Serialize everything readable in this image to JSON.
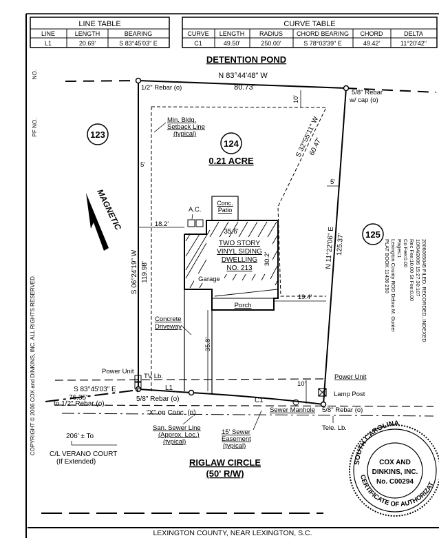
{
  "line_table": {
    "title": "LINE TABLE",
    "headers": [
      "LINE",
      "LENGTH",
      "BEARING"
    ],
    "row": [
      "L1",
      "20.69'",
      "S 83°45'03\" E"
    ]
  },
  "curve_table": {
    "title": "CURVE TABLE",
    "headers": [
      "CURVE",
      "LENGTH",
      "RADIUS",
      "CHORD BEARING",
      "CHORD",
      "DELTA"
    ],
    "row": [
      "C1",
      "49.50'",
      "250.00'",
      "S 78°03'39\" E",
      "49.42'",
      "11°20'42\""
    ]
  },
  "margin": {
    "no": "NO.",
    "pf_no": "PF NO.",
    "copyright": "COPYRIGHT © 2006 COX and DINKINS, INC. ALL RIGHTS RESERVED."
  },
  "plat": {
    "detention_pond": "DETENTION POND",
    "north_bearing": "N 83°44'48\" W",
    "north_length": "80.73'",
    "lot_123": "123",
    "lot_124": "124",
    "lot_125": "125",
    "acreage": "0.21 ACRE",
    "rebar_nw": "1/2\" Rebar (o)",
    "rebar_ne": "5/8\" Rebar",
    "rebar_ne_cap": "w/ cap (o)",
    "setback_1": "Min. Bldg.",
    "setback_2": "Setback Line",
    "setback_3": "(typical)",
    "dim_10_top": "10'",
    "dim_5_left": "5'",
    "dim_5_right": "5'",
    "ne_bearing": "S 32°55'11\" W",
    "ne_length": "60.47'",
    "east_bearing": "N 11°22'06\" E",
    "east_length": "125.37'",
    "west_bearing": "S 06°24'19\" W",
    "west_length": "119.98'",
    "magnetic": "MAGNETIC",
    "patio_1": "Conc.",
    "patio_2": "Patio",
    "ac": "A.C.",
    "dim_18_2": "18.2'",
    "dim_35_6": "35.6'",
    "dwelling_1": "TWO STORY",
    "dwelling_2": "VINYL SIDING",
    "dwelling_3": "DWELLING",
    "dwelling_4": "NO. 213",
    "dim_30_2": "30.2'",
    "garage": "Garage",
    "porch": "Porch",
    "dim_19_4": "19.4'",
    "driveway_1": "Concrete",
    "driveway_2": "Driveway",
    "dim_35_8": "35.8'",
    "recording_stamp": [
      "2006065045 FILED, RECORDED, INDEXED",
      "10/04/2006 15:27:30:107",
      "Rec Fee:10.00 St Fee:0.00",
      "Co Fee:0.00",
      "Pages:1",
      "Lexington County ROD Debra M. Gunter",
      "PLAT BOOK 11436:250"
    ],
    "power_unit_left": "Power Unit",
    "tv_lb": "TV Lb.",
    "power_unit_right": "Power Unit",
    "south_bearing": "S 83°45'03\" E",
    "south_length": "76.35'",
    "to_rebar": "to 1/2\" Rebar (o)",
    "l1": "L1",
    "rebar_sw": "5/8\" Rebar (o)",
    "x_on_conc": "\"X\" on Conc. (n)",
    "c1": "C1",
    "dim_10_bottom": "10'",
    "lamp_post": "Lamp Post",
    "sewer_manhole": "Sewer Manhole",
    "rebar_se": "5/8\" Rebar (o)",
    "tele_lb": "Tele. Lb.",
    "sewer_line_1": "San. Sewer Line",
    "sewer_line_2": "(Approx. Loc.)",
    "sewer_line_3": "(typical)",
    "easement_1": "15' Sewer",
    "easement_2": "Easement",
    "easement_3": "(typical)",
    "dist_206": "206' ± To",
    "verano_1": "C/L VERANO COURT",
    "verano_2": "(If Extended)",
    "street_1": "RIGLAW CIRCLE",
    "street_2": "(50' R/W)",
    "seal_arc_top": "SOUTH CAROLINA",
    "seal_arc_bottom": "CERTIFICATE OF AUTHORIZATION",
    "seal_1": "COX AND",
    "seal_2": "DINKINS, INC.",
    "seal_3": "No. C00294",
    "footer": "LEXINGTON COUNTY, NEAR LEXINGTON, S.C."
  }
}
